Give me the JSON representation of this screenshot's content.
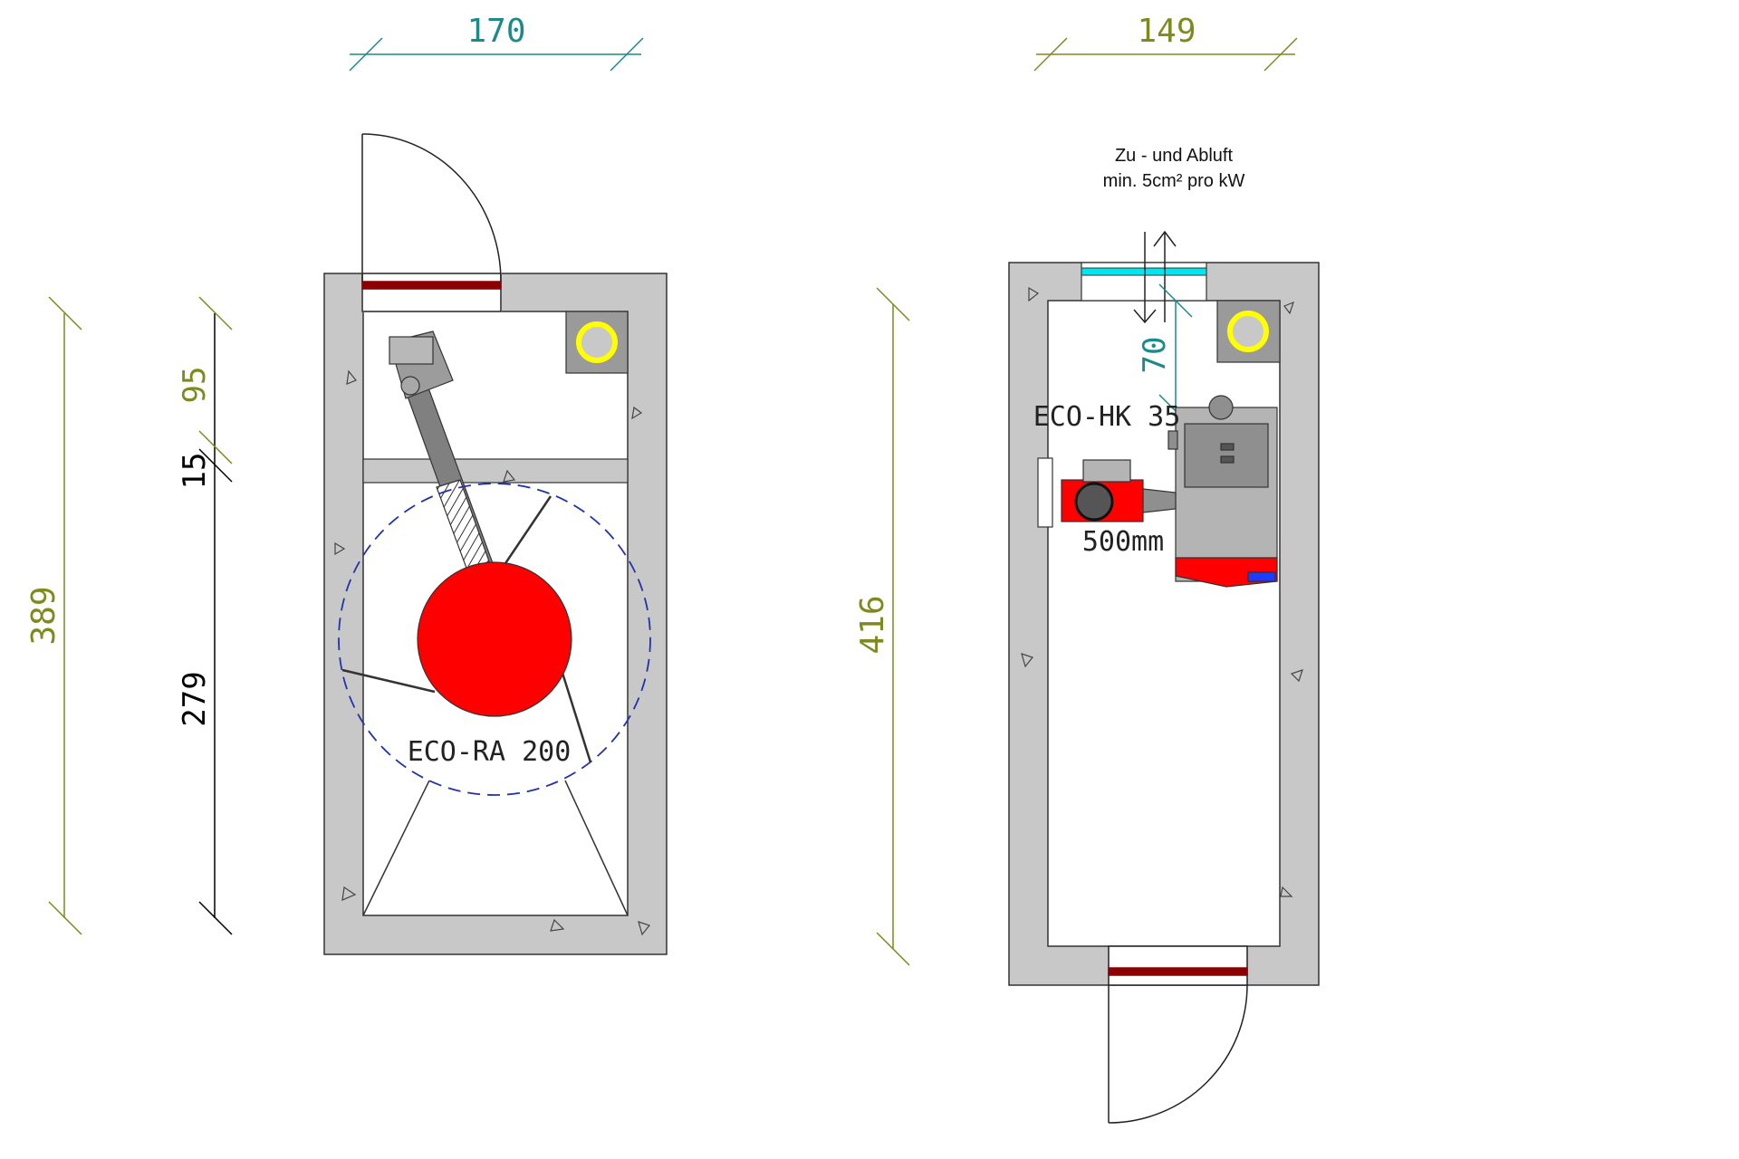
{
  "colors": {
    "dim_teal": "#1a8a8a",
    "dim_olive": "#7f8a1e",
    "dim_black": "#000000",
    "wall": "#c8c8c8",
    "red": "#ff0000",
    "dark_red": "#8b0000",
    "yellow": "#ffff00",
    "dashed_blue": "#2233aa",
    "cyan": "#00e5ee"
  },
  "left_plan": {
    "width_label": "170",
    "height_total_label": "389",
    "segment_top_label": "95",
    "segment_mid_label": "15",
    "segment_bottom_label": "279",
    "unit_label": "ECO-RA 200"
  },
  "right_plan": {
    "width_label": "149",
    "height_total_label": "416",
    "vent_clearance_label": "70",
    "boiler_label": "ECO-HK 35",
    "burner_label": "500mm",
    "vent_note_line1": "Zu - und Abluft",
    "vent_note_line2": "min. 5cm² pro kW"
  }
}
